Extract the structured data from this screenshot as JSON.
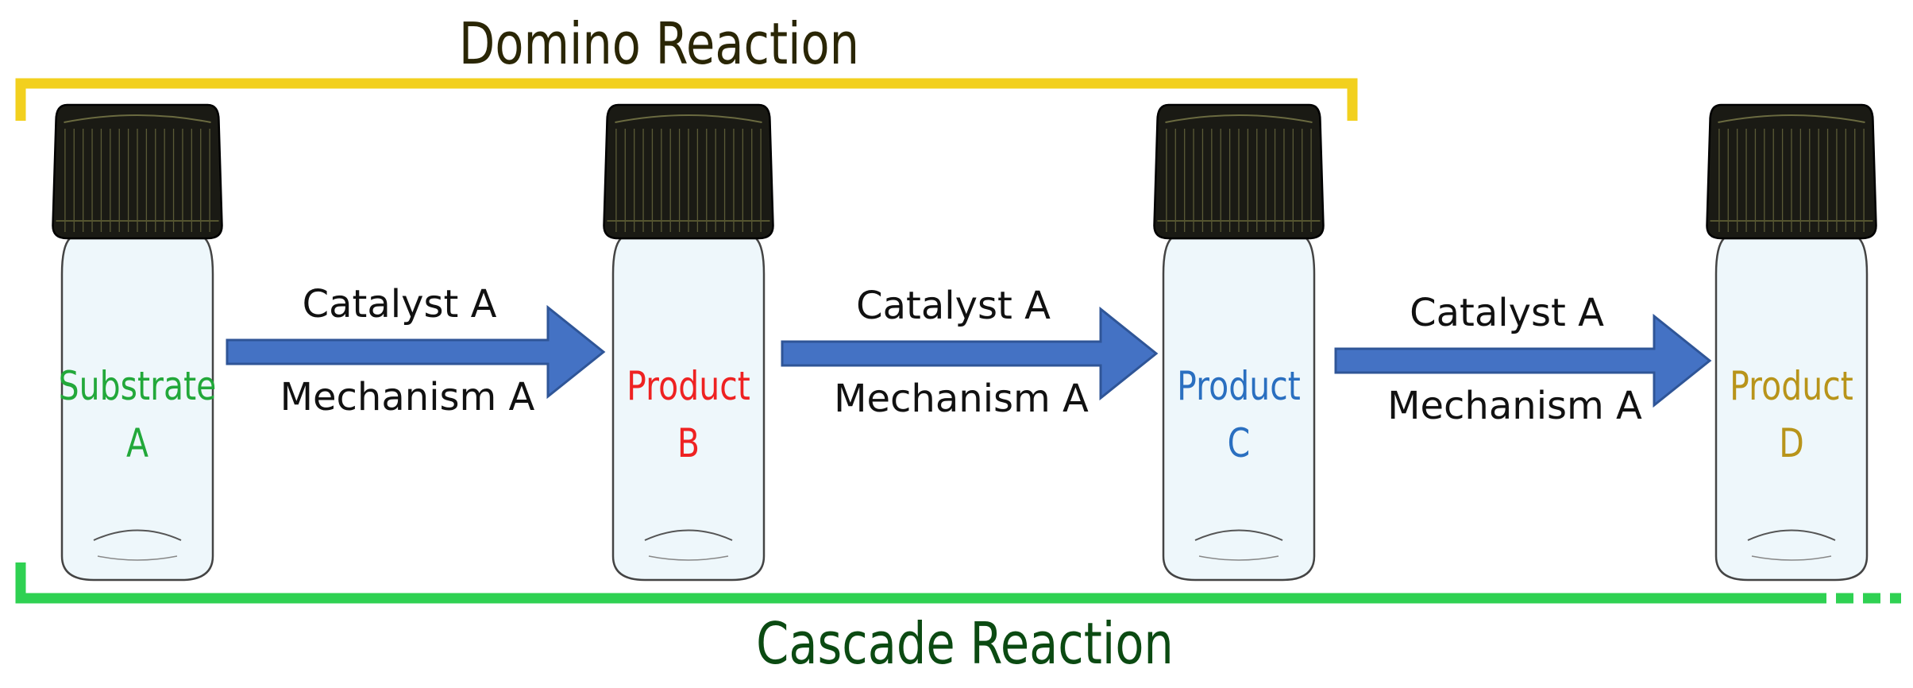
{
  "domino": {
    "label": "Domino Reaction",
    "color": "#f2d01e",
    "text_color": "#2a2605"
  },
  "cascade": {
    "label": "Cascade Reaction",
    "color": "#2fd152",
    "text_color": "#0b4a12"
  },
  "vials": [
    {
      "line1": "Substrate",
      "line2": "A",
      "color": "#22a83a"
    },
    {
      "line1": "Product",
      "line2": "B",
      "color": "#ee2222"
    },
    {
      "line1": "Product",
      "line2": "C",
      "color": "#2a6fc0"
    },
    {
      "line1": "Product",
      "line2": "D",
      "color": "#b8941a"
    }
  ],
  "steps": [
    {
      "catalyst": "Catalyst A",
      "mechanism": "Mechanism A"
    },
    {
      "catalyst": "Catalyst A",
      "mechanism": "Mechanism A"
    },
    {
      "catalyst": "Catalyst A",
      "mechanism": "Mechanism A"
    }
  ],
  "arrow_color": "#4472c4",
  "cap_color": "#1a1a14",
  "glass_color": "#eef7fb"
}
